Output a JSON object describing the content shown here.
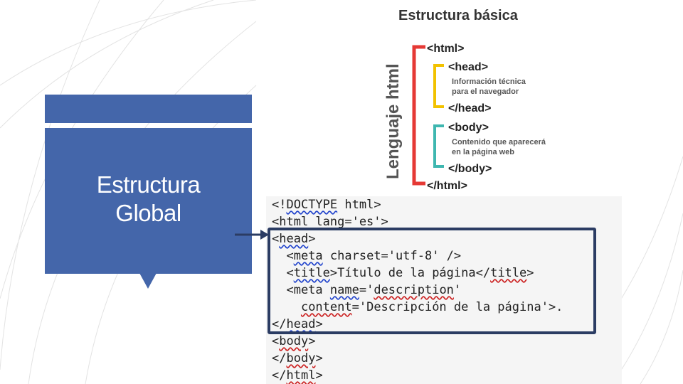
{
  "slide": {
    "title_line1": "Estructura",
    "title_line2": "Global"
  },
  "diagram": {
    "title": "Estructura básica",
    "side_label": "Lenguaje html",
    "html_open": "<html>",
    "head_open": "<head>",
    "head_desc_line1": "Información técnica",
    "head_desc_line2": "para el navegador",
    "head_close": "</head>",
    "body_open": "<body>",
    "body_desc_line1": "Contenido que aparecerá",
    "body_desc_line2": "en la página web",
    "body_close": "</body>",
    "html_close": "</html>",
    "colors": {
      "html": "#e53935",
      "head": "#f2c200",
      "body": "#3fb7b0"
    }
  },
  "code": {
    "l1_a": "<!",
    "l1_b": "DOCTYPE",
    "l1_c": " html>",
    "l2": "<html lang='es'>",
    "l3_a": "<",
    "l3_b": "head",
    "l3_c": ">",
    "l4_a": "  <",
    "l4_b": "meta",
    "l4_c": " charset='utf-8' />",
    "l5_a": "  <",
    "l5_b": "title",
    "l5_c": ">Título de la página</",
    "l5_d": "title",
    "l5_e": ">",
    "l6_a": "  <meta ",
    "l6_b": "name",
    "l6_c": "='",
    "l6_d": "description",
    "l6_e": "'",
    "l7_a": "    ",
    "l7_b": "content",
    "l7_c": "='Descripción de la página'>.",
    "l8_a": "</",
    "l8_b": "head",
    "l8_c": ">",
    "l9_a": "<",
    "l9_b": "body",
    "l9_c": ">",
    "l10_a": "</",
    "l10_b": "body",
    "l10_c": ">",
    "l11_a": "</",
    "l11_b": "html",
    "l11_c": ">"
  }
}
